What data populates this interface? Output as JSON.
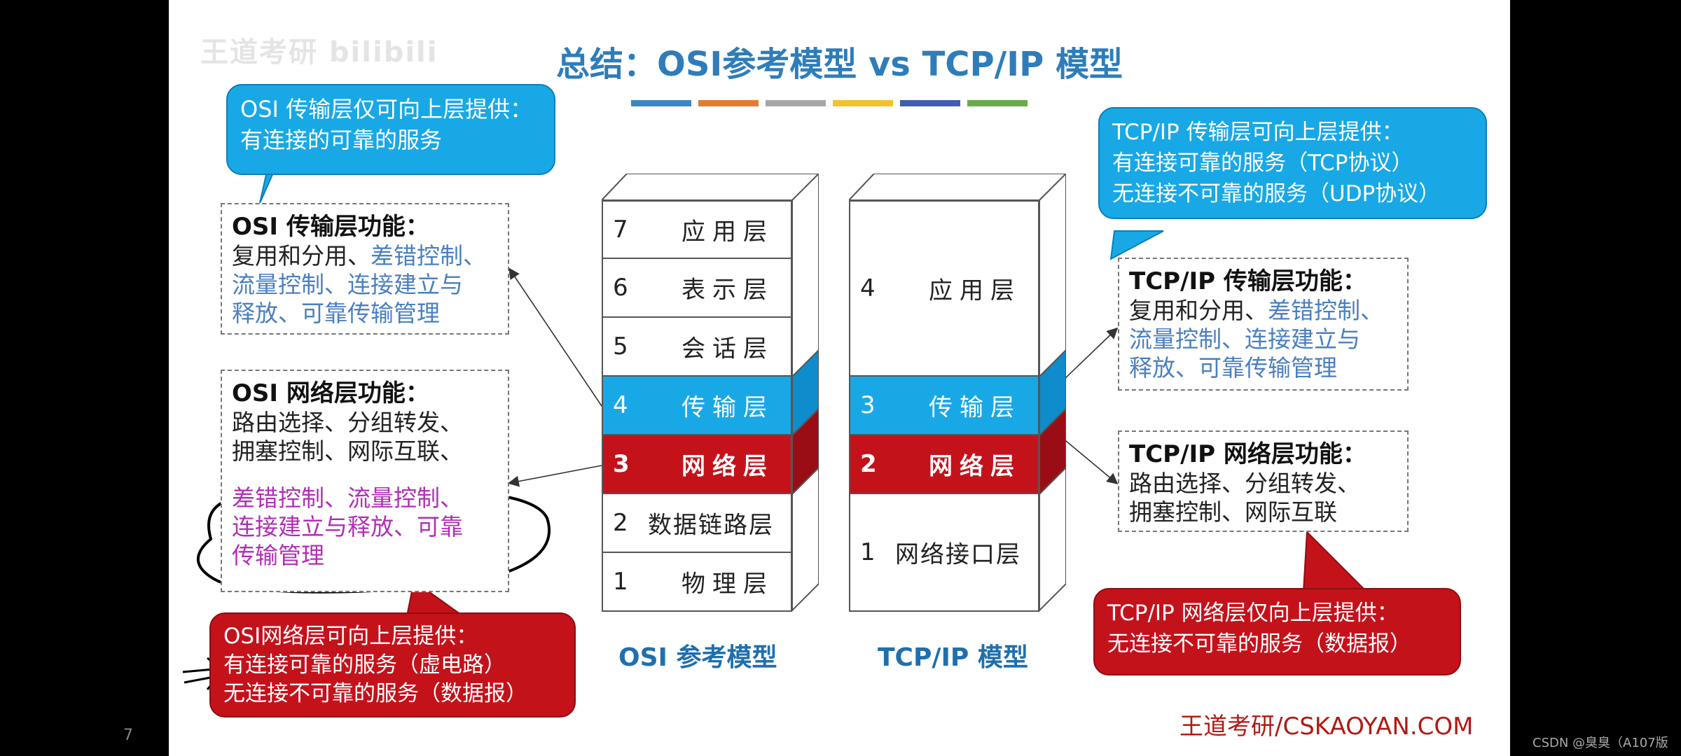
{
  "title": "总结：OSI参考模型 vs TCP/IP 模型",
  "watermark": "王道考研 bilibili",
  "accent_colors": [
    "#3c86c6",
    "#e47b2e",
    "#a6a6a6",
    "#f2c12e",
    "#3e5fb0",
    "#6bab4a"
  ],
  "osi_callout": {
    "line1": "OSI 传输层仅可向上层提供：",
    "line2": "有连接的可靠的服务"
  },
  "osi_transport_box": {
    "heading": "OSI 传输层功能：",
    "line1_a": "复用和分用、",
    "line1_b": "差错控制、",
    "line2": "流量控制、连接建立与",
    "line3": "释放、可靠传输管理"
  },
  "osi_network_box": {
    "heading": "OSI 网络层功能：",
    "line1": "路由选择、分组转发、",
    "line2": "拥塞控制、网际互联、",
    "line3": "差错控制、流量控制、",
    "line4": "连接建立与释放、可靠",
    "line5": "传输管理"
  },
  "osi_network_callout": {
    "line1": "OSI网络层可向上层提供：",
    "line2": "有连接可靠的服务（虚电路）",
    "line3": "无连接不可靠的服务（数据报）"
  },
  "osi_stack": {
    "label": "OSI 参考模型",
    "layers": [
      {
        "num": "7",
        "name": "应用层"
      },
      {
        "num": "6",
        "name": "表示层"
      },
      {
        "num": "5",
        "name": "会话层"
      },
      {
        "num": "4",
        "name": "传输层"
      },
      {
        "num": "3",
        "name": "网络层"
      },
      {
        "num": "2",
        "name": "数据链路层"
      },
      {
        "num": "1",
        "name": "物理层"
      }
    ]
  },
  "tcp_stack": {
    "label": "TCP/IP 模型",
    "layers": [
      {
        "num": "4",
        "name": "应用层"
      },
      {
        "num": "3",
        "name": "传输层"
      },
      {
        "num": "2",
        "name": "网络层"
      },
      {
        "num": "1",
        "name": "网络接口层"
      }
    ]
  },
  "tcp_callout": {
    "line1": "TCP/IP 传输层可向上层提供：",
    "line2": "有连接可靠的服务（TCP协议）",
    "line3": "无连接不可靠的服务（UDP协议）"
  },
  "tcp_transport_box": {
    "heading": "TCP/IP 传输层功能：",
    "line1_a": "复用和分用、",
    "line1_b": "差错控制、",
    "line2": "流量控制、连接建立与",
    "line3": "释放、可靠传输管理"
  },
  "tcp_network_box": {
    "heading": "TCP/IP 网络层功能：",
    "line1": "路由选择、分组转发、",
    "line2": "拥塞控制、网际互联"
  },
  "tcp_network_callout": {
    "line1": "TCP/IP 网络层仅向上层提供：",
    "line2": "无连接不可靠的服务（数据报）"
  },
  "brand": "王道考研/CSKAOYAN.COM",
  "csdn": "CSDN @臭臭（A107版",
  "left_info": "7"
}
